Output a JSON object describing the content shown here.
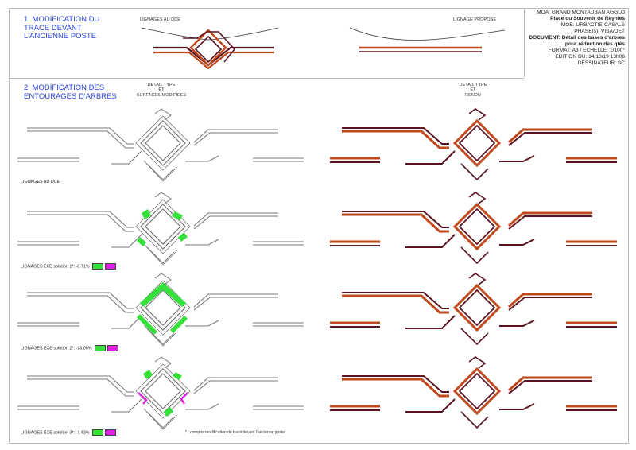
{
  "section1": {
    "title_lines": [
      "1. MODIFICATION DU",
      "TRACE DEVANT",
      "L'ANCIENNE POSTE"
    ],
    "label_left": "LIGNAGES AU DCE",
    "label_right": "LIGNAGE PROPOSE"
  },
  "title_block": {
    "moa": "MOA: GRAND MONTAUBAN AGGLO",
    "place": "Place du Souvenir de Reynies",
    "moe": "MOE: URBACTIS-CASALS",
    "phase": "PHASE(s): VISA/DET",
    "document_1": "DOCUMENT: Détail des bases d'arbres",
    "document_2": "pour réduction des qtés",
    "format": "FORMAT: A3 / ECHELLE: 1/100°",
    "edition": "EDITION DU: 14/10/19 13h06",
    "dessinateur": "DESSINATEUR: SC"
  },
  "section2": {
    "title_lines": [
      "2. MODIFICATION DES",
      "ENTOURAGES D'ARBRES"
    ],
    "col_left_lines": [
      "DETAIL TYPE",
      "ET",
      "SURFACES MODIFIEES"
    ],
    "col_right_lines": [
      "DETAIL TYPE",
      "ET",
      "RENDU"
    ],
    "dce_label": "LIGNAGES AU DCE",
    "solutions": [
      {
        "label": "LIGNAGES EXE solution 1*:",
        "value": "-6.71%"
      },
      {
        "label": "LIGNAGES EXE solution 2*:",
        "value": "-13.05%"
      },
      {
        "label": "LIGNAGES EXE solution 3*:",
        "value": "-3.43%"
      }
    ],
    "footnote": "* : compris modification de tracé devant l'ancienne poste"
  },
  "colors": {
    "section_title": "#2a45d6",
    "curb_orange": "#c0491b",
    "curb_dark": "#5a1420",
    "outline": "#777777",
    "surface_added": "#35e03a",
    "surface_removed": "#e020e0"
  }
}
